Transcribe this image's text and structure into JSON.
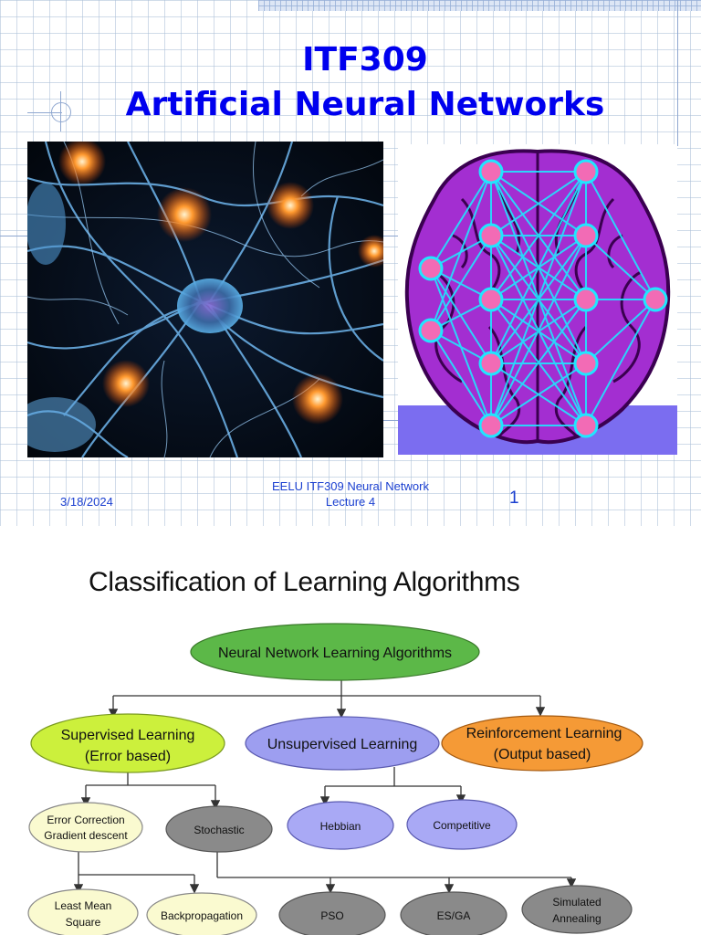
{
  "slide1": {
    "title_line1": "ITF309",
    "title_line2": "Artificial Neural Networks",
    "footer_date": "3/18/2024",
    "footer_course_line1": "EELU ITF309 Neural Network",
    "footer_course_line2": "Lecture 4",
    "page_number": "1"
  },
  "slide2": {
    "title": "Classification of Learning Algorithms",
    "nodes": {
      "root": "Neural Network Learning Algorithms",
      "supervised_line1": "Supervised Learning",
      "supervised_line2": "(Error based)",
      "unsupervised": "Unsupervised Learning",
      "reinforcement_line1": "Reinforcement Learning",
      "reinforcement_line2": "(Output based)",
      "error_correction_line1": "Error Correction",
      "error_correction_line2": "Gradient descent",
      "stochastic": "Stochastic",
      "hebbian": "Hebbian",
      "competitive": "Competitive",
      "lms_line1": "Least Mean",
      "lms_line2": "Square",
      "backprop": "Backpropagation",
      "pso": "PSO",
      "esga": "ES/GA",
      "simulated_line1": "Simulated",
      "simulated_line2": "Annealing"
    },
    "colors": {
      "root": "#5cb848",
      "supervised": "#ccf03c",
      "unsupervised": "#9d9ef0",
      "reinforcement": "#f59a36",
      "light_yellow": "#fafad0",
      "gray": "#8a8a8a",
      "lavender": "#a9a9f5"
    }
  }
}
